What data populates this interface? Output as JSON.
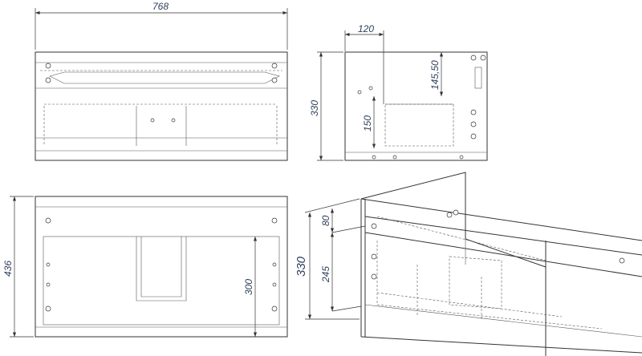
{
  "dimensions": {
    "front_width": "768",
    "side_offset": "120",
    "side_top_gap": "145,50",
    "side_height": "330",
    "side_inner_height": "150",
    "back_height": "436",
    "back_inner_height": "300",
    "iso_height": "330",
    "iso_top": "80",
    "iso_bottom": "245"
  },
  "colors": {
    "line": "#333333",
    "dimension_text": "#2f3f5c"
  }
}
